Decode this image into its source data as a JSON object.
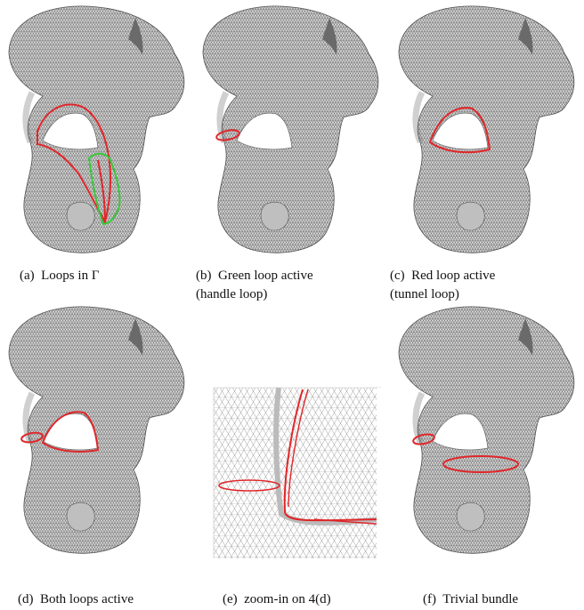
{
  "figure": {
    "captions": {
      "a": "(a)  Loops in Γ",
      "b": "(b)  Green loop active\n(handle loop)",
      "c": "(c)  Red loop active\n(tunnel loop)",
      "d": "(d)  Both loops active",
      "e": "(e)  zoom-in on 4(d)",
      "f": "(f)  Trivial bundle"
    },
    "colors": {
      "mesh": "#3a3a3a",
      "mesh_fill": "#d9d9d9",
      "red_loop": "#e0262a",
      "green_loop": "#39c83a"
    }
  }
}
